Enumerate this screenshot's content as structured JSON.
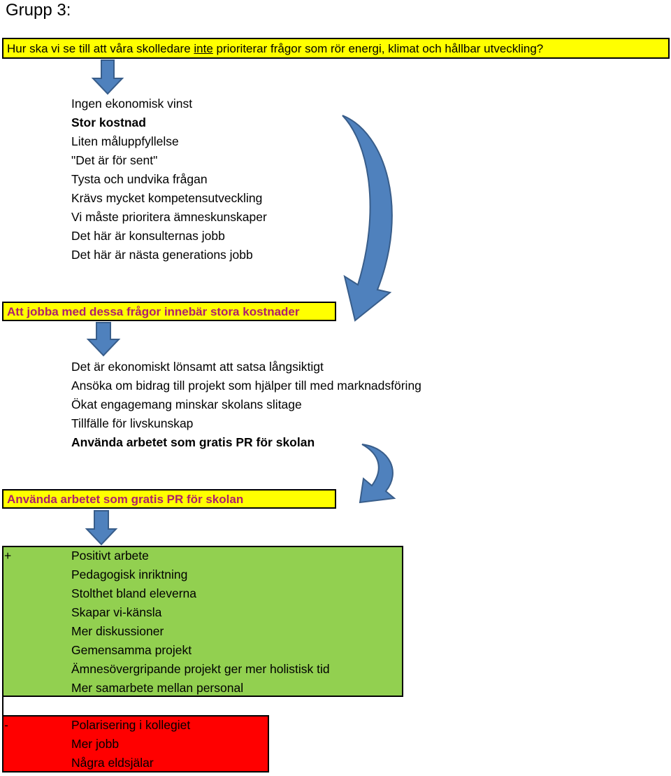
{
  "title": "Grupp 3:",
  "question": {
    "before": "Hur ska vi se till att våra skolledare ",
    "underlined": "inte",
    "after": " prioriterar frågor som rör energi, klimat och hållbar utveckling?"
  },
  "objections": [
    {
      "text": "Ingen ekonomisk vinst",
      "bold": false
    },
    {
      "text": "Stor kostnad",
      "bold": true
    },
    {
      "text": "Liten måluppfyllelse",
      "bold": false
    },
    {
      "text": "\"Det är för sent\"",
      "bold": false
    },
    {
      "text": "Tysta och undvika frågan",
      "bold": false
    },
    {
      "text": "Krävs mycket kompetensutveckling",
      "bold": false
    },
    {
      "text": "Vi måste prioritera ämneskunskaper",
      "bold": false
    },
    {
      "text": "Det här är konsulternas jobb",
      "bold": false
    },
    {
      "text": "Det här är nästa generations jobb",
      "bold": false
    }
  ],
  "statement1": "Att jobba med dessa frågor innebär stora kostnader",
  "responses": [
    {
      "text": "Det är ekonomiskt lönsamt att satsa långsiktigt",
      "bold": false
    },
    {
      "text": "Ansöka om bidrag till projekt som hjälper till med marknadsföring",
      "bold": false
    },
    {
      "text": "Ökat engagemang minskar skolans slitage",
      "bold": false
    },
    {
      "text": "Tillfälle för livskunskap",
      "bold": false
    },
    {
      "text": "Använda arbetet som gratis PR för skolan",
      "bold": true
    }
  ],
  "statement2": "Använda arbetet som gratis PR för skolan",
  "pros": {
    "sign": "+",
    "items": [
      "Positivt arbete",
      "Pedagogisk inriktning",
      "Stolthet bland eleverna",
      "Skapar vi-känsla",
      "Mer diskussioner",
      "Gemensamma projekt",
      "Ämnesövergripande projekt ger mer holistisk tid",
      "Mer samarbete mellan personal"
    ],
    "color": "#92d050"
  },
  "cons": {
    "sign": "-",
    "items": [
      "Polarisering i kollegiet",
      "Mer jobb",
      "Några eldsjälar"
    ],
    "color": "#ff0000"
  },
  "colors": {
    "highlight": "#ffff00",
    "statement_text": "#ad1e6d",
    "arrow": "#4f81bd",
    "arrow_edge": "#385d8a"
  },
  "icons": [
    "down-arrow-icon",
    "curved-arrow-icon"
  ]
}
